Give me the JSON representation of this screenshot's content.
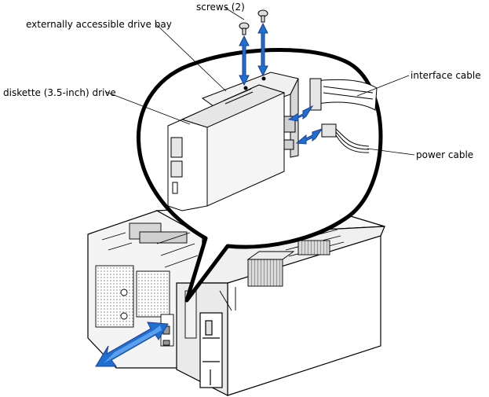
{
  "callouts": {
    "screws": "screws (2)",
    "drive_bay": "externally accessible drive bay",
    "diskette_drive": "diskette (3.5-inch) drive",
    "interface_cable": "interface cable",
    "power_cable": "power cable"
  },
  "colors": {
    "line": "#000000",
    "arrow_fill": "#1e6fd0",
    "arrow_stroke": "#1b3e96",
    "panel_gray": "#c8c8c8",
    "light_gray": "#e6e6e6"
  }
}
